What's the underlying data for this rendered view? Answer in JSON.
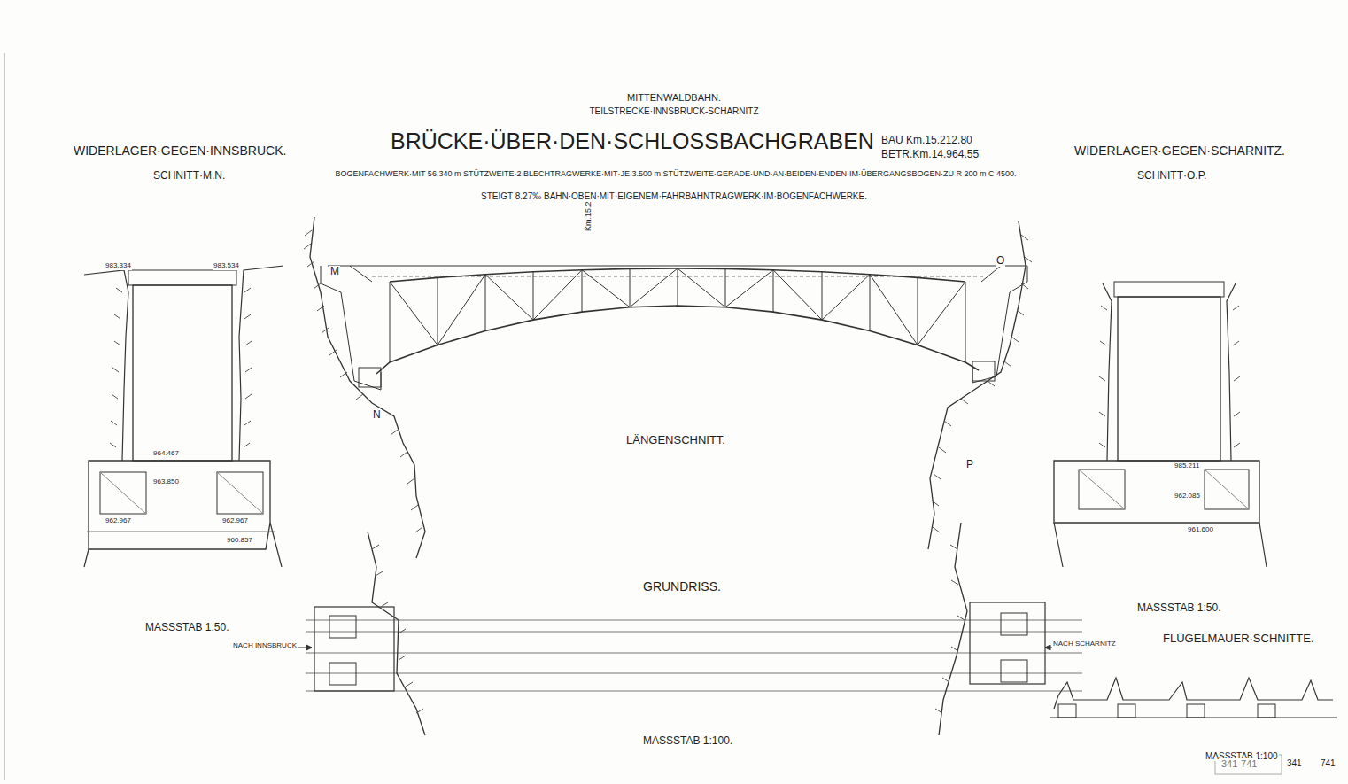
{
  "diagram": {
    "title": "BRÜCKE·ÜBER·DEN·SCHLOSSBACHGRABEN",
    "labels": [
      "MITTENWALDBAHN.",
      "TEILSTRECKE·INNSBRUCK-SCHARNITZ",
      "BAU Km.15.212.80",
      "BETR.Km.14.964.55",
      "BOGENFACHWERK·MIT 56.340 m STÜTZWEITE·2 BLECHTRAGWERKE·MIT·JE 3.500 m STÜTZWEITE·GERADE·UND·AN·BEIDEN·ENDEN·IM·ÜBERGANGSBOGEN·ZU R 200 m C 4500.",
      "STEIGT 8.27‰ BAHN·OBEN·MIT·EIGENEM·FAHRBAHNTRAGWERK·IM·BOGENFACHWERKE.",
      "WIDERLAGER·GEGEN·INNSBRUCK.",
      "SCHNITT·M.N.",
      "WIDERLAGER·GEGEN·SCHARNITZ.",
      "SCHNITT·O.P.",
      "LÄNGENSCHNITT.",
      "GRUNDRISS.",
      "MASSSTAB 1:50.",
      "MASSSTAB 1:50.",
      "MASSSTAB 1:100.",
      "MASSSTAB 1:100",
      "NACH INNSBRUCK",
      "NACH SCHARNITZ",
      "FLÜGELMAUER·SCHNITTE.",
      "M",
      "N",
      "O",
      "P",
      "341",
      "741",
      "341-741",
      "Km.15.2",
      "983.334",
      "983.534",
      "964.467",
      "963.850",
      "962.967",
      "962.967",
      "960.857",
      "985.211",
      "962.085",
      "961.600"
    ]
  }
}
